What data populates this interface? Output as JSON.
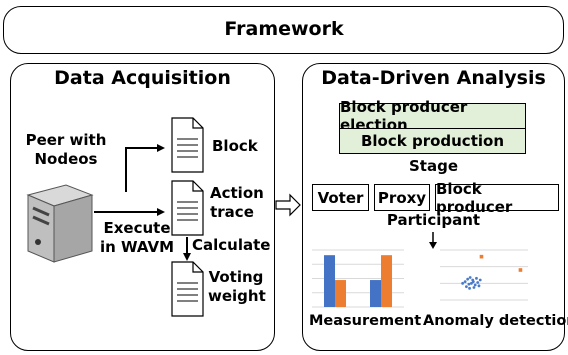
{
  "framework": {
    "title": "Framework"
  },
  "acquisition": {
    "title": "Data Acquisition",
    "peer": "Peer with\nNodeos",
    "execute": "Execute\nin WAVM",
    "block": "Block",
    "action_trace": "Action\ntrace",
    "calculate": "Calculate",
    "voting_weight": "Voting\nweight"
  },
  "analysis": {
    "title": "Data-Driven Analysis",
    "stage_items": [
      "Block producer election",
      "Block production"
    ],
    "stage_label": "Stage",
    "participants": [
      "Voter",
      "Proxy",
      "Block producer"
    ],
    "participant_label": "Participant",
    "measurement": "Measurement",
    "anomaly": "Anomaly detection"
  },
  "colors": {
    "stage_fill": "#e2efd9",
    "bar_blue": "#4472c4",
    "bar_orange": "#ed7d31",
    "point_blue": "#4a7bc8",
    "point_orange": "#ed7d31"
  },
  "chart_data": [
    {
      "type": "bar",
      "categories": [
        "",
        ""
      ],
      "series": [
        {
          "values": [
            5.0,
            2.6
          ]
        },
        {
          "values": [
            2.6,
            5.0
          ]
        }
      ],
      "ylim": [
        0,
        5.5
      ]
    },
    {
      "type": "scatter",
      "series": [
        {
          "points": [
            [
              2.0,
              2.2
            ],
            [
              2.3,
              1.9
            ],
            [
              2.6,
              2.4
            ],
            [
              2.1,
              1.6
            ],
            [
              2.8,
              1.8
            ],
            [
              2.4,
              2.7
            ],
            [
              3.0,
              2.1
            ],
            [
              2.2,
              2.5
            ],
            [
              2.7,
              1.5
            ],
            [
              2.5,
              2.0
            ],
            [
              3.2,
              2.4
            ],
            [
              1.8,
              2.0
            ],
            [
              2.9,
              2.6
            ],
            [
              2.35,
              1.4
            ],
            [
              2.65,
              2.2
            ],
            [
              3.1,
              1.7
            ]
          ]
        },
        {
          "points": [
            [
              3.3,
              5.2
            ],
            [
              6.4,
              3.6
            ]
          ]
        }
      ]
    }
  ]
}
